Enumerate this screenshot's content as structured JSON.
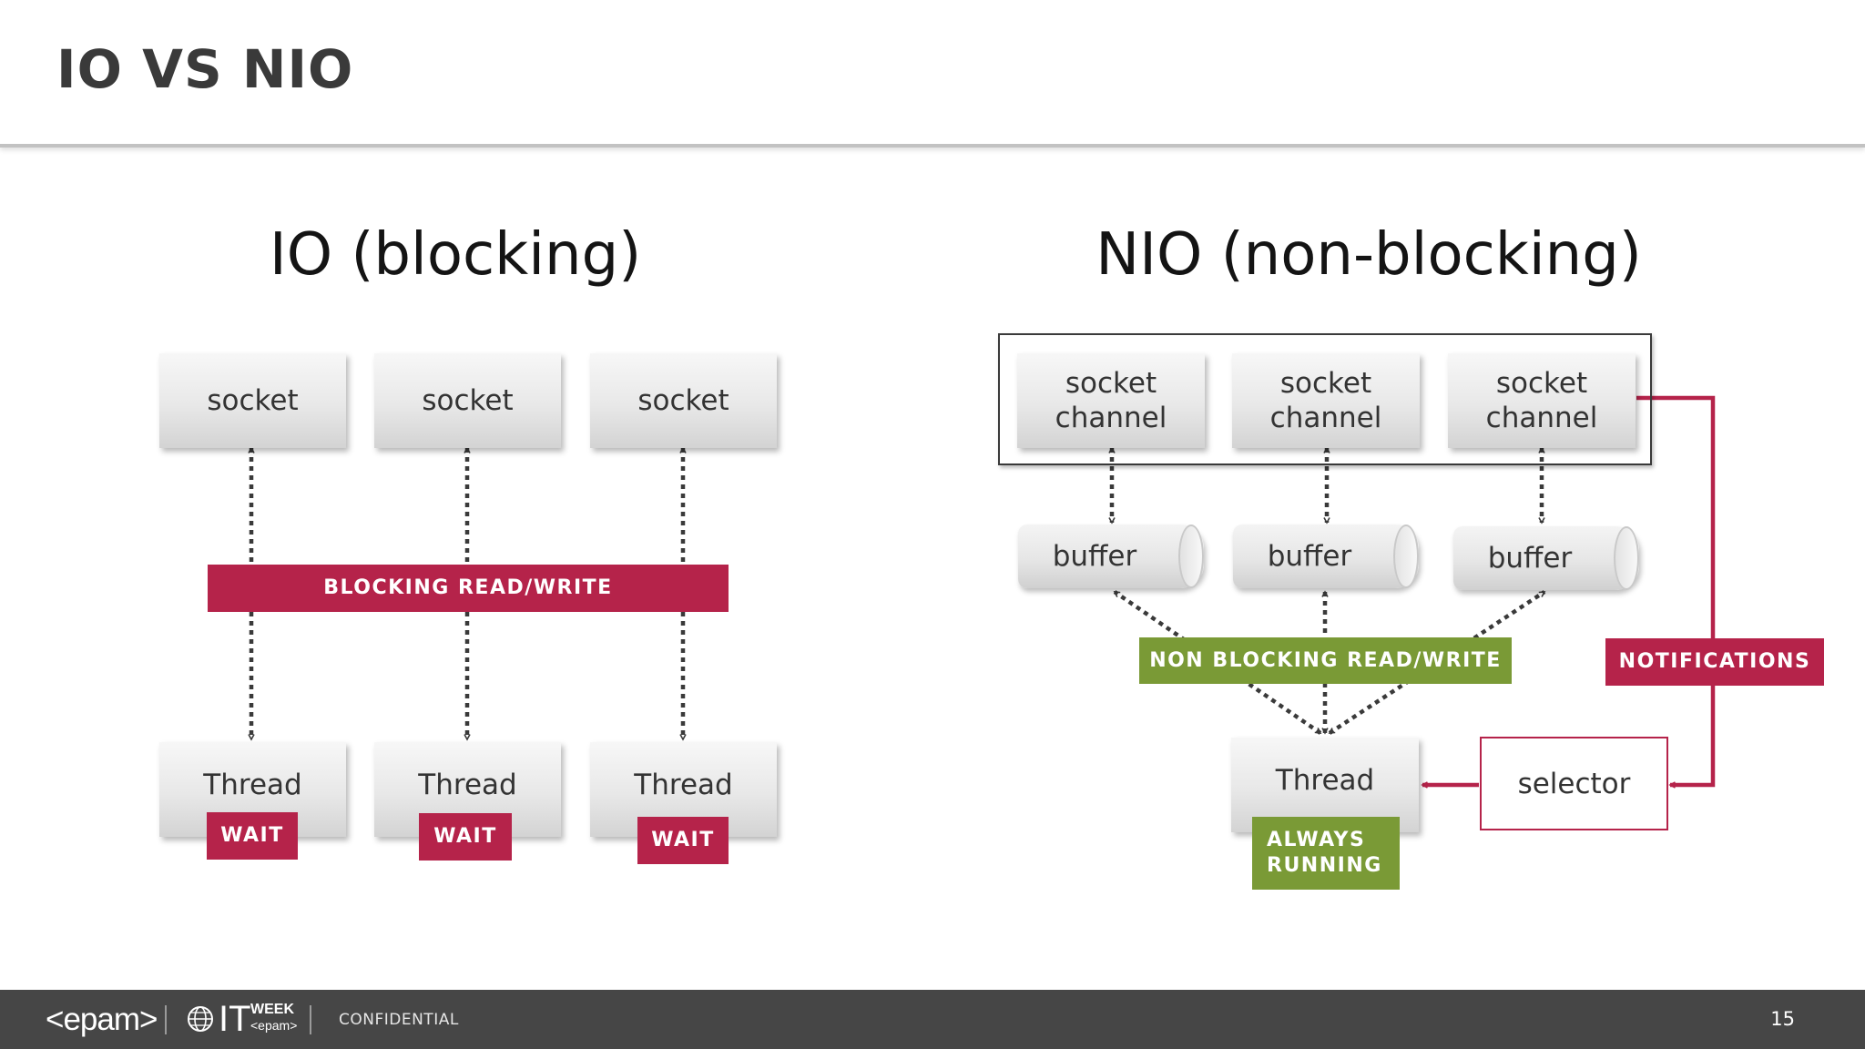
{
  "slide": {
    "title": "IO VS NIO",
    "page_number": "15"
  },
  "io": {
    "title": "IO (blocking)",
    "sockets": [
      "socket",
      "socket",
      "socket"
    ],
    "threads": [
      "Thread",
      "Thread",
      "Thread"
    ],
    "wait_labels": [
      "WAIT",
      "WAIT",
      "WAIT"
    ],
    "blocking_label": "BLOCKING READ/WRITE"
  },
  "nio": {
    "title": "NIO (non-blocking)",
    "channels": [
      [
        "socket",
        "channel"
      ],
      [
        "socket",
        "channel"
      ],
      [
        "socket",
        "channel"
      ]
    ],
    "buffers": [
      "buffer",
      "buffer",
      "buffer"
    ],
    "nonblocking_label": "NON BLOCKING READ/WRITE",
    "thread": "Thread",
    "always_running": [
      "ALWAYS",
      "RUNNING"
    ],
    "selector": "selector",
    "notifications": "NOTIFICATIONS"
  },
  "colors": {
    "accent_red": "#b5234a",
    "accent_green": "#7a9a36",
    "footer_bg": "#464646"
  },
  "footer": {
    "logo": "<epam>",
    "it": "IT",
    "week": "WEEK",
    "week_sub": "<epam>",
    "confidential": "CONFIDENTIAL"
  }
}
